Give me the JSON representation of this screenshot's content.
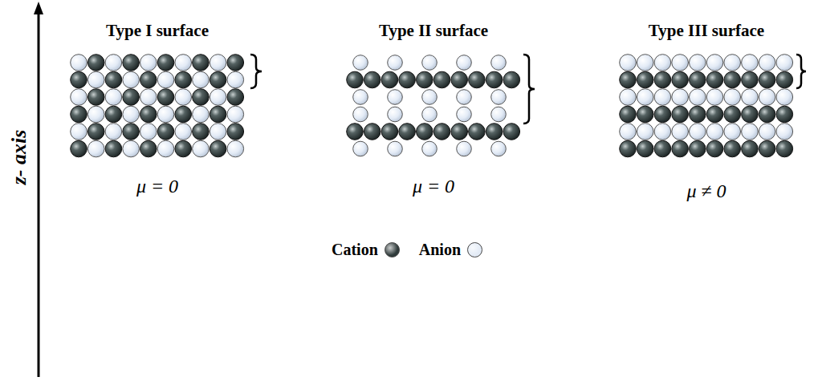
{
  "diagram": {
    "labels": [
      "z- axis",
      "Type I surface",
      "Type II surface",
      "Type III surface",
      "μ = 0",
      "μ = 0",
      "μ ≠ 0"
    ],
    "legend": [
      {
        "text": "Cation",
        "color": "#2f3a3a"
      },
      {
        "text": "Anion",
        "color": "#e3ebf6"
      }
    ]
  }
}
